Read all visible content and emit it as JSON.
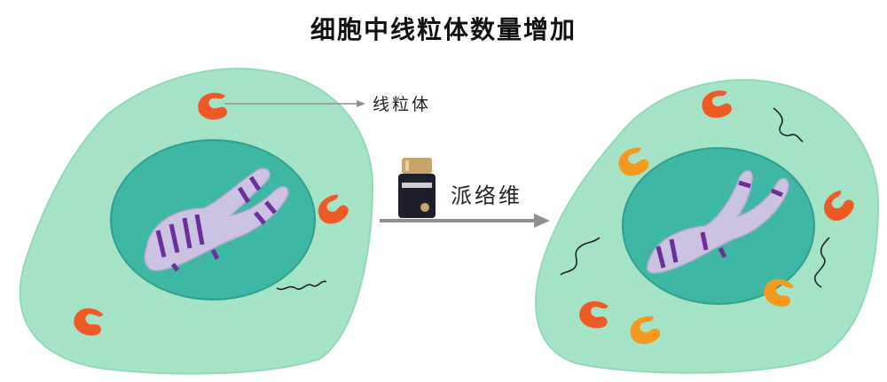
{
  "title": "细胞中线粒体数量增加",
  "labels": {
    "mitochondria": "线粒体",
    "treatment": "派络维"
  },
  "colors": {
    "cytoplasm": "#a5e3c7",
    "nucleus": "#3fb7a5",
    "chromosome": "#ccc2e2",
    "chromosome_band": "#6c2f9a",
    "mitochondria_red": "#ee5a26",
    "mitochondria_orange": "#f7981f",
    "arrow": "#8e8e8e"
  },
  "icons": {
    "product": "supplement-bottle-icon"
  }
}
